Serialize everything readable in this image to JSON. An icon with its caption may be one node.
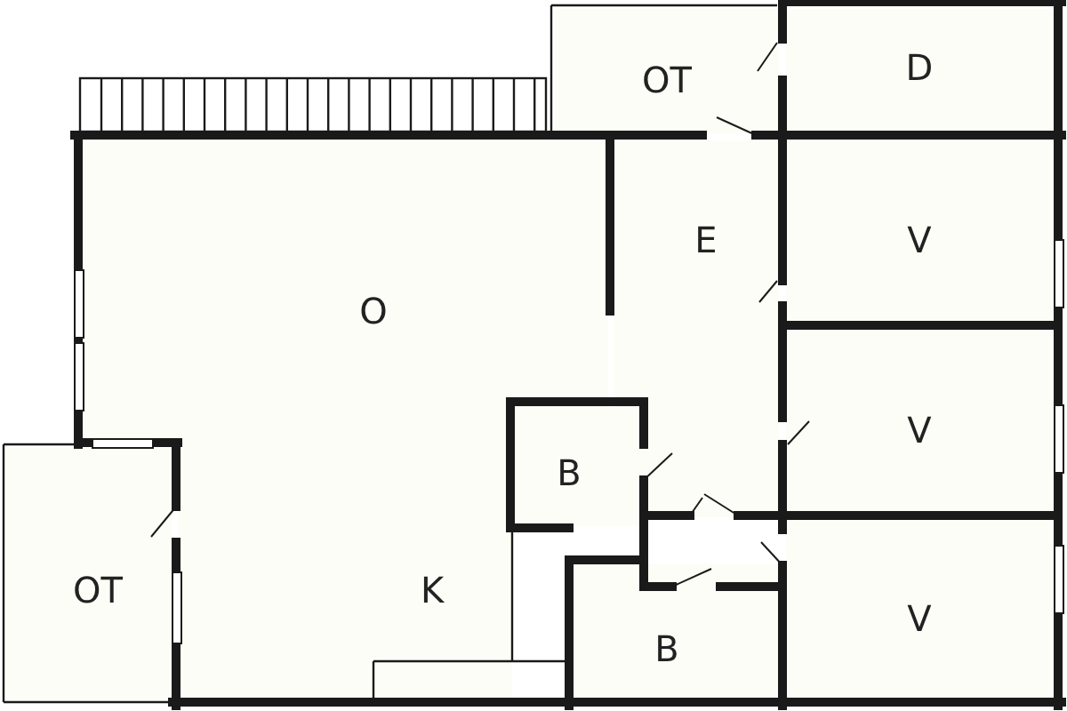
{
  "diagram": {
    "nodes": [
      {
        "text": [
          "OT"
        ]
      },
      {
        "text": [
          "D"
        ]
      },
      {
        "text": [
          "O"
        ]
      },
      {
        "text": [
          "E"
        ]
      },
      {
        "text": [
          "V"
        ]
      },
      {
        "text": [
          "B"
        ]
      },
      {
        "text": [
          "V"
        ]
      },
      {
        "text": [
          "OT"
        ]
      },
      {
        "text": [
          "K"
        ]
      },
      {
        "text": [
          "B"
        ]
      },
      {
        "text": [
          "V"
        ]
      }
    ]
  }
}
